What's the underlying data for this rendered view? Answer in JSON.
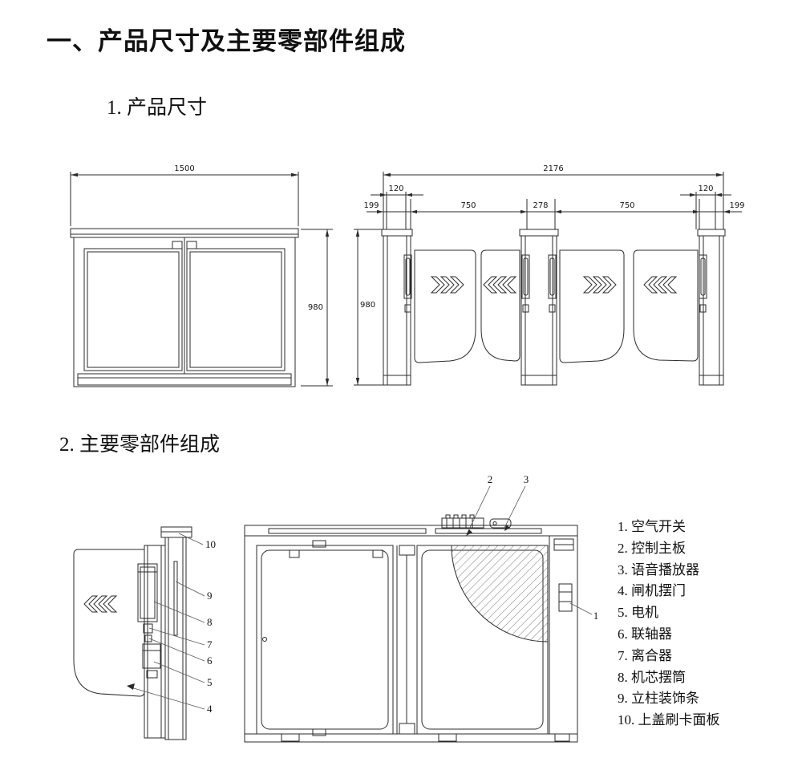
{
  "headings": {
    "main": "一、产品尺寸及主要零部件组成",
    "section1": "1. 产品尺寸",
    "section2": "2. 主要零部件组成"
  },
  "front_view": {
    "width": "1500",
    "height": "980"
  },
  "side_view": {
    "total_width": "2176",
    "height": "980",
    "left_cap": "120",
    "right_cap": "120",
    "left_post": "199",
    "right_post": "199",
    "left_lane": "750",
    "right_lane": "750",
    "center_post": "278"
  },
  "callouts": {
    "n1": "1",
    "n2": "2",
    "n3": "3",
    "n4": "4",
    "n5": "5",
    "n6": "6",
    "n7": "7",
    "n8": "8",
    "n9": "9",
    "n10": "10"
  },
  "parts_list": [
    "1. 空气开关",
    "2. 控制主板",
    "3. 语音播放器",
    "4. 闸机摆门",
    "5. 电机",
    "6. 联轴器",
    "7. 离合器",
    "8. 机芯摆筒",
    "9. 立柱装饰条",
    "10. 上盖刷卡面板"
  ]
}
